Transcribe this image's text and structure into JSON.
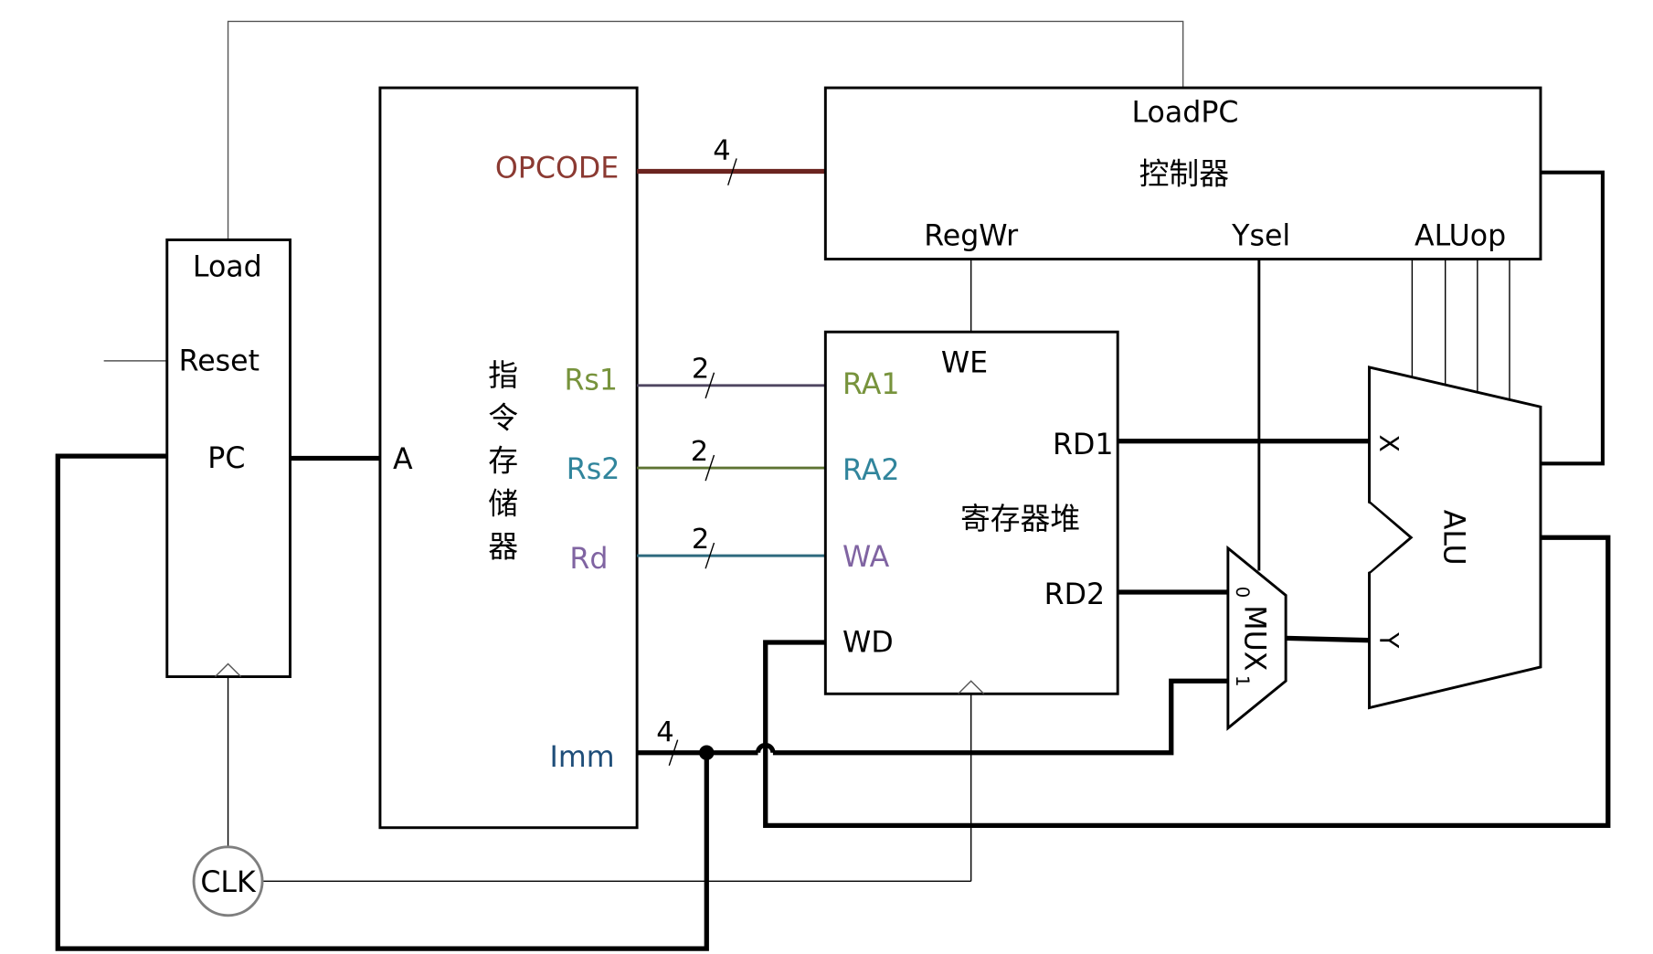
{
  "colors": {
    "opcode": "#8B3A32",
    "opcode_wire": "#6B2420",
    "rs1": "#77933C",
    "rs2": "#31859C",
    "rd": "#8064A2",
    "imm": "#1F4E79",
    "rs1_wire": "#4F4661",
    "rs2_wire": "#5E7332",
    "rd_wire": "#2E6A7E",
    "clk_circle": "#7F7F7F"
  },
  "pc": {
    "load": "Load",
    "reset": "Reset",
    "title": "PC"
  },
  "imem": {
    "addr": "A",
    "title_chars": [
      "指",
      "令",
      "存",
      "储",
      "器"
    ],
    "opcode": "OPCODE",
    "rs1": "Rs1",
    "rs2": "Rs2",
    "rd": "Rd",
    "imm": "Imm"
  },
  "controller": {
    "loadpc": "LoadPC",
    "title": "控制器",
    "regwr": "RegWr",
    "ysel": "Ysel",
    "aluop": "ALUop"
  },
  "regfile": {
    "we": "WE",
    "ra1": "RA1",
    "ra2": "RA2",
    "wa": "WA",
    "wd": "WD",
    "rd1": "RD1",
    "rd2": "RD2",
    "title": "寄存器堆"
  },
  "mux": {
    "title": "MUX",
    "in0": "0",
    "in1": "1"
  },
  "alu": {
    "title": "ALU",
    "x": "X",
    "y": "Y"
  },
  "clk": "CLK",
  "bus_widths": {
    "opcode": "4",
    "rs1": "2",
    "rs2": "2",
    "rd": "2",
    "imm": "4"
  }
}
